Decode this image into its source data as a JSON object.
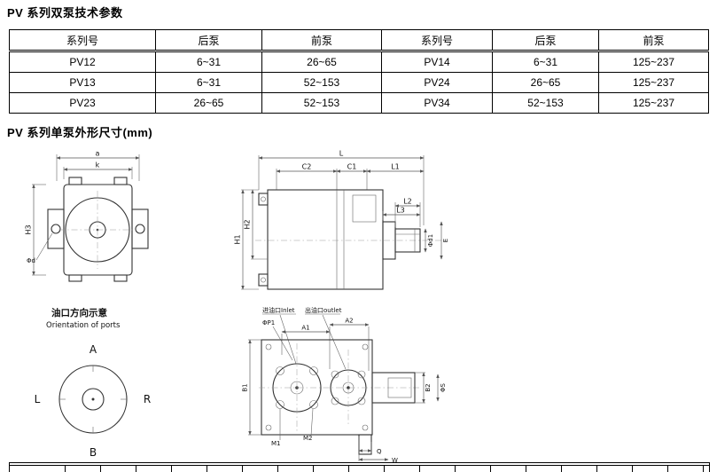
{
  "titles": {
    "double_pump": "PV 系列双泵技术参数",
    "single_pump": "PV 系列单泵外形尺寸(mm)"
  },
  "double_pump_table": {
    "headers": [
      "系列号",
      "后泵",
      "前泵",
      "系列号",
      "后泵",
      "前泵"
    ],
    "rows": [
      [
        "PV12",
        "6~31",
        "26~65",
        "PV14",
        "6~31",
        "125~237"
      ],
      [
        "PV13",
        "6~31",
        "52~153",
        "PV24",
        "26~65",
        "125~237"
      ],
      [
        "PV23",
        "26~65",
        "52~153",
        "PV34",
        "52~153",
        "125~237"
      ]
    ]
  },
  "drawings": {
    "front_view": {
      "a": "a",
      "k": "k",
      "h3": "H3",
      "d": "Φd"
    },
    "side_view": {
      "L": "L",
      "c2": "C2",
      "c1": "C1",
      "l1": "L1",
      "h1": "H1",
      "h2": "H2",
      "l2": "L2",
      "l3": "L3",
      "d1": "Φd1",
      "e": "E"
    },
    "ports": {
      "title_cn": "油口方向示意",
      "title_en": "Orientation of ports",
      "top": "A",
      "bottom": "B",
      "left": "L",
      "right": "R"
    },
    "bottom_view": {
      "inlet": "进油口Inlet",
      "outlet": "出油口outlet",
      "p1": "ΦP1",
      "a1": "A1",
      "a2": "A2",
      "b1": "B1",
      "b2": "B2",
      "m1": "M1",
      "m2": "M2",
      "q": "Q",
      "w": "W",
      "s": "ΦS"
    }
  }
}
